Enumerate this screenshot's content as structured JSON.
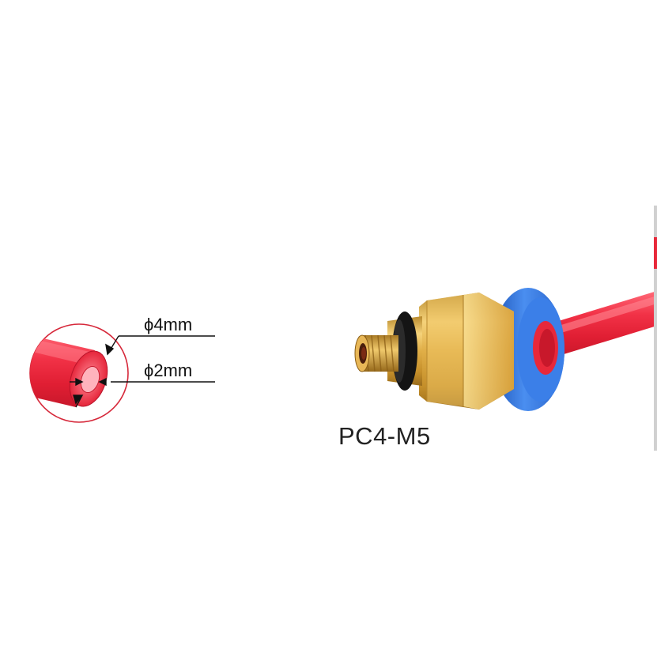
{
  "product": {
    "model_label": "PC4-M5"
  },
  "tube_callout": {
    "outer_diameter_label": "ϕ4mm",
    "inner_diameter_label": "ϕ2mm"
  },
  "colors": {
    "tube_red": "#e8283a",
    "collet_blue": "#2f6fd6",
    "brass": "#d9a53a",
    "callout_circle": "#d6283a"
  }
}
